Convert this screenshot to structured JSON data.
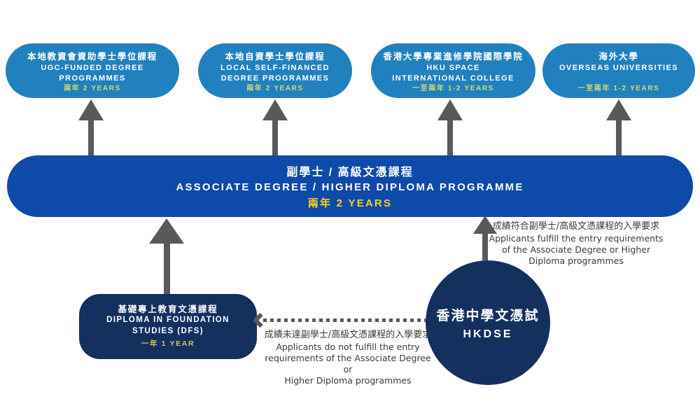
{
  "diagram_title": "HKDSE progression pathway diagram",
  "colors": {
    "light_blue": "#2181be",
    "royal_blue": "#0e4aaa",
    "navy": "#14305f",
    "arrow_gray": "#58595b",
    "duration_yellow_on_light_blue": "#d8d96e",
    "duration_gold_on_royal": "#fdd21a",
    "duration_gold_on_navy": "#d8c35f",
    "note_text": "#3b3b3b"
  },
  "top_boxes": [
    {
      "title_lines": [
        "本地教資會資助學士學位課程",
        "UGC-FUNDED DEGREE",
        "PROGRAMMES"
      ],
      "duration": "兩年 2 YEARS"
    },
    {
      "title_lines": [
        "本地自資學士學位課程",
        "LOCAL SELF-FINANCED",
        "DEGREE PROGRAMMES"
      ],
      "duration": "兩年 2 YEARS"
    },
    {
      "title_lines": [
        "香港大學專業進修學院國際學院",
        "HKU SPACE",
        "INTERNATIONAL COLLEGE"
      ],
      "duration": "一至兩年 1-2 YEARS"
    },
    {
      "title_lines": [
        "海外大學",
        "OVERSEAS UNIVERSITIES"
      ],
      "duration": "一至兩年 1-2 YEARS"
    }
  ],
  "main_programme": {
    "title_zh": "副學士 / 高級文憑課程",
    "title_en": "ASSOCIATE DEGREE / HIGHER DIPLOMA PROGRAMME",
    "duration": "兩年 2 YEARS"
  },
  "dfs": {
    "title_lines": [
      "基礎專上教育文憑課程",
      "DIPLOMA IN FOUNDATION",
      "STUDIES (DFS)"
    ],
    "duration": "一年 1 YEAR"
  },
  "hkdse": {
    "title_zh": "香港中學文憑試",
    "title_en": "HKDSE"
  },
  "annotations": {
    "fulfill": {
      "zh": "成績符合副學士/高級文憑課程的入學要求",
      "en_lines": [
        "Applicants fulfill the entry requirements",
        "of the Associate Degree or Higher",
        "Diploma programmes"
      ]
    },
    "not_fulfill": {
      "zh": "成績未達副學士/高級文憑課程的入學要求",
      "en_lines": [
        "Applicants do not fulfill the entry",
        "requirements of the Associate Degree or",
        "Higher Diploma programmes"
      ]
    }
  }
}
